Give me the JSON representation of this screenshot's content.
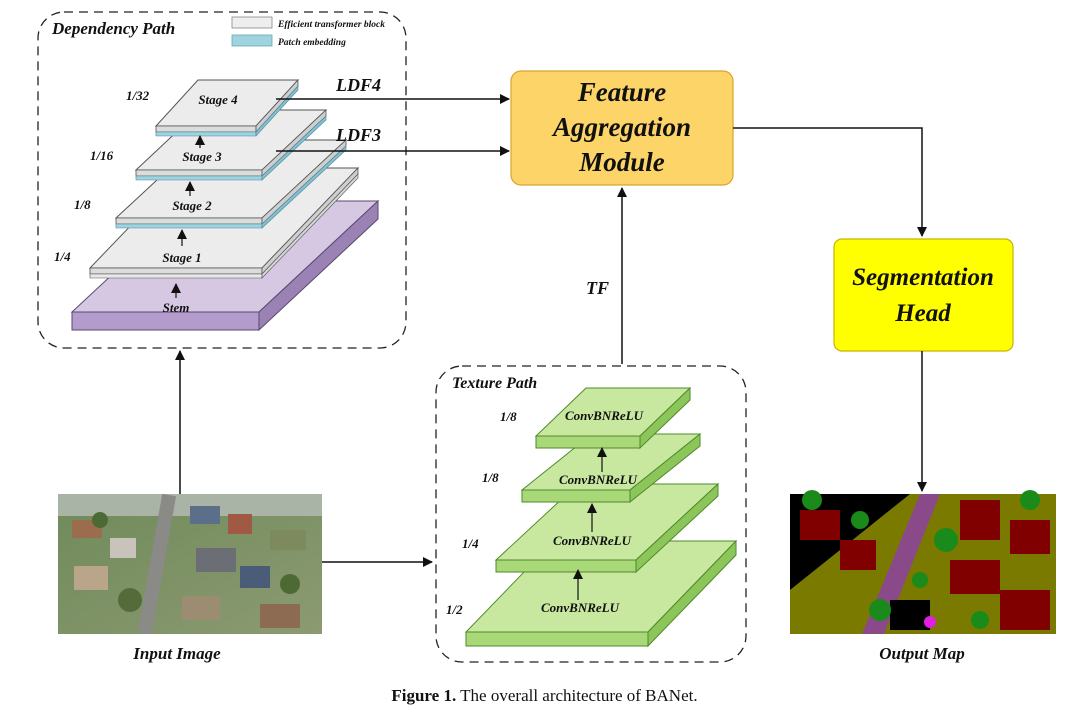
{
  "dependency_path": {
    "title": "Dependency Path",
    "legend": [
      {
        "label": "Efficient transformer block",
        "color": "#eeeeee"
      },
      {
        "label": "Patch embedding",
        "color": "#9fd3e0"
      }
    ],
    "stages": [
      {
        "label": "Stem",
        "scale": ""
      },
      {
        "label": "Stage 1",
        "scale": "1/4"
      },
      {
        "label": "Stage 2",
        "scale": "1/8"
      },
      {
        "label": "Stage 3",
        "scale": "1/16"
      },
      {
        "label": "Stage 4",
        "scale": "1/32"
      }
    ]
  },
  "feature_aggregation": {
    "line1": "Feature",
    "line2": "Aggregation",
    "line3": "Module",
    "color": "#fcd468"
  },
  "segmentation_head": {
    "line1": "Segmentation",
    "line2": "Head",
    "color": "#ffff00"
  },
  "edges": {
    "ldf4": "LDF4",
    "ldf3": "LDF3",
    "tf": "TF"
  },
  "texture_path": {
    "title": "Texture Path",
    "block_label": "ConvBNReLU",
    "scales": [
      "1/2",
      "1/4",
      "1/8",
      "1/8"
    ],
    "color": "#b8e08a"
  },
  "input_label": "Input Image",
  "output_label": "Output Map",
  "caption": {
    "prefix": "Figure 1.",
    "text": " The overall architecture of BANet."
  },
  "colors": {
    "stem": "#c9b6d9",
    "stage": "#e6e6e6",
    "patch": "#9fd3e0"
  }
}
